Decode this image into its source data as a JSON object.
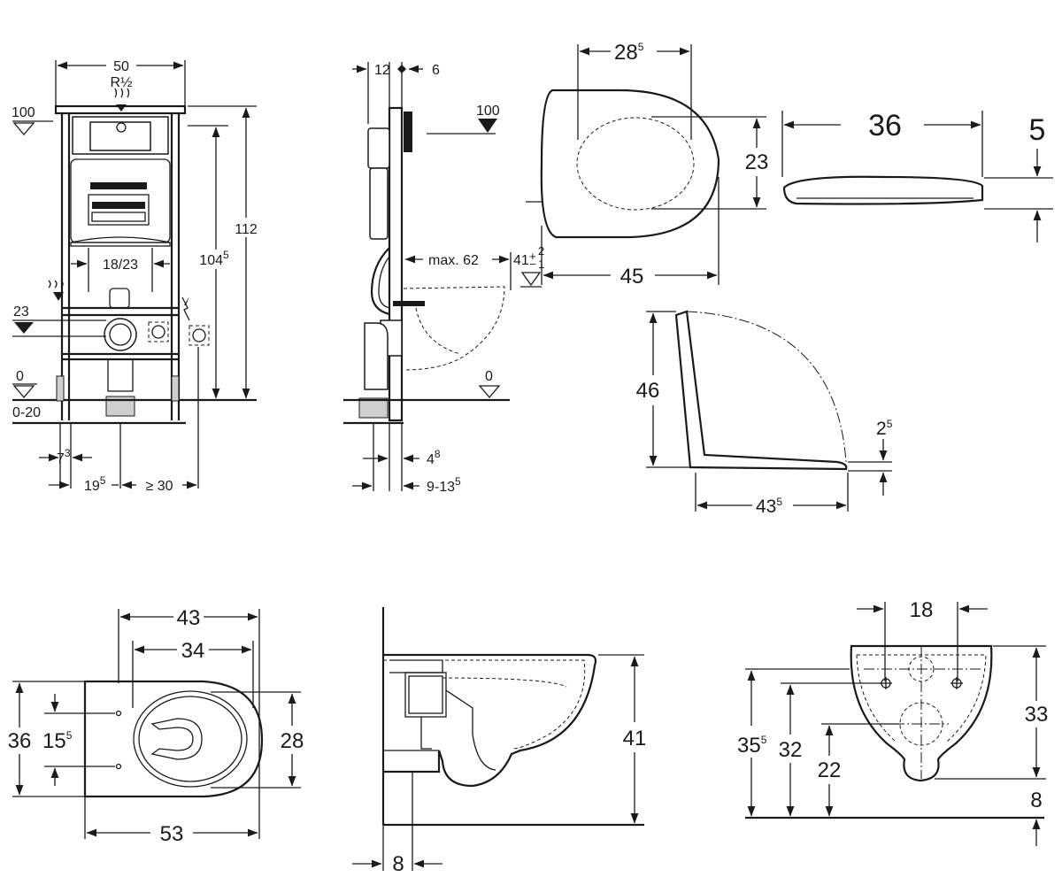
{
  "frame_front": {
    "width": "50",
    "thread": "R½",
    "level_100": "100",
    "level_23": "23",
    "level_0": "0",
    "level_0_20": "0-20",
    "height_112": "112",
    "height_104": "104",
    "height_104_sup": "5",
    "inlet_spacing": "18/23",
    "dim_7": "7",
    "dim_7_sup": "3",
    "dim_19": "19",
    "dim_19_sup": "5",
    "dim_30": "≥ 30"
  },
  "frame_side": {
    "dim_12": "12",
    "dim_6": "6",
    "level_100": "100",
    "max_62": "max. 62",
    "dim_41": "41",
    "tol_plus": "+",
    "tol_minus": "−",
    "tol_2": "2",
    "tol_1": "1",
    "level_0": "0",
    "dim_4": "4",
    "dim_4_sup": "8",
    "dim_9_13": "9-13",
    "dim_9_13_sup": "5"
  },
  "seat_top": {
    "width": "28",
    "width_sup": "5",
    "depth_23": "23",
    "length_45": "45"
  },
  "seat_side": {
    "length_36": "36",
    "height_5": "5"
  },
  "seat_open": {
    "height_46": "46",
    "thickness": "2",
    "thickness_sup": "5",
    "length": "43",
    "length_sup": "5"
  },
  "bowl_top": {
    "width_43": "43",
    "width_34": "34",
    "depth_36": "36",
    "hole_spacing": "15",
    "hole_spacing_sup": "5",
    "depth_28": "28",
    "length_53": "53"
  },
  "bowl_side": {
    "height_41": "41",
    "wall_8": "8"
  },
  "bowl_back": {
    "spacing_18": "18",
    "height_35": "35",
    "height_35_sup": "5",
    "height_32": "32",
    "height_22": "22",
    "height_33": "33",
    "dim_8": "8"
  }
}
